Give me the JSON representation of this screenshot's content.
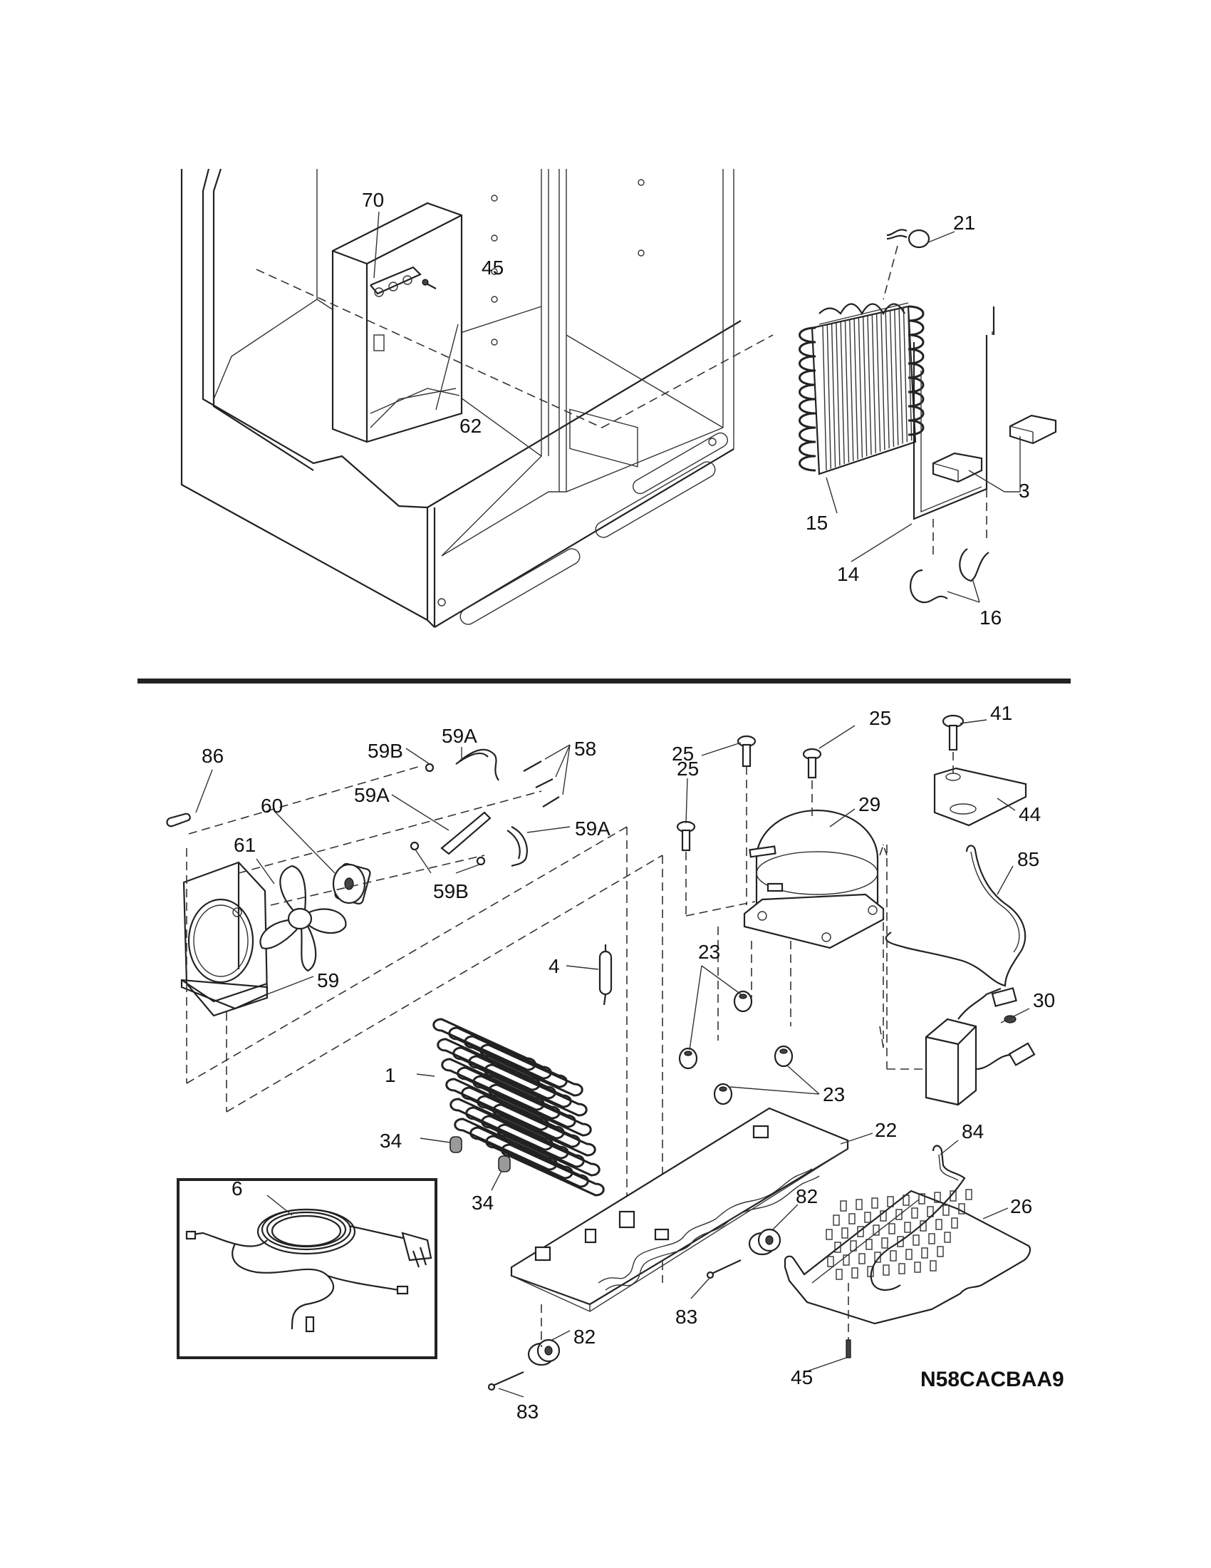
{
  "diagram": {
    "model_code": "N58CACBAA9",
    "labels": {
      "p70": "70",
      "p45a": "45",
      "p62": "62",
      "p21": "21",
      "p15": "15",
      "p3": "3",
      "p14": "14",
      "p16": "16",
      "p59b_top": "59B",
      "p59a_top": "59A",
      "p58": "58",
      "p86": "86",
      "p59a_mid": "59A",
      "p59a_right": "59A",
      "p60": "60",
      "p61": "61",
      "p59b_bot": "59B",
      "p59": "59",
      "p25_top": "25",
      "p25_mid": "25",
      "p25_left": "25",
      "p41": "41",
      "p44": "44",
      "p29": "29",
      "p85": "85",
      "p4": "4",
      "p23_top": "23",
      "p23_bot": "23",
      "p30": "30",
      "p1": "1",
      "p22": "22",
      "p84": "84",
      "p34_top": "34",
      "p34_bot": "34",
      "p6": "6",
      "p82_mid": "82",
      "p26": "26",
      "p82_bot": "82",
      "p83_mid": "83",
      "p83_bot": "83",
      "p45b": "45"
    }
  }
}
